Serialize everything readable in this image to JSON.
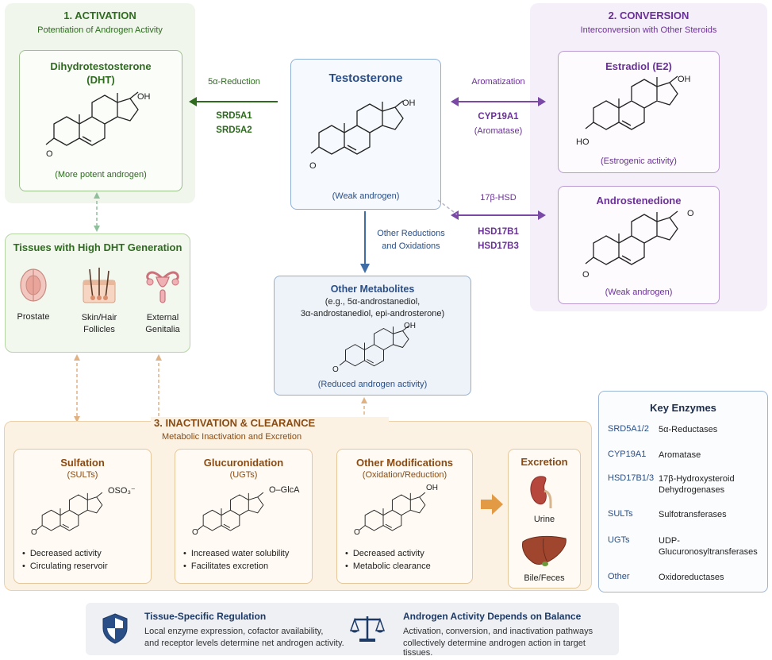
{
  "activation": {
    "heading": "1. ACTIVATION",
    "subheading": "Potentiation of Androgen Activity",
    "dht": {
      "name": "Dihydrotestosterone",
      "abbr": "(DHT)",
      "note": "(More potent androgen)",
      "oh": "OH",
      "o": "O"
    },
    "reduction": {
      "label": "5α-Reduction",
      "enzyme1": "SRD5A1",
      "enzyme2": "SRD5A2"
    },
    "tissues": {
      "heading": "Tissues with High DHT Generation",
      "items": [
        {
          "label": "Prostate",
          "icon": "prostate-icon"
        },
        {
          "label": "Skin/Hair\nFollicles",
          "icon": "hair-follicle-icon"
        },
        {
          "label": "External\nGenitalia",
          "icon": "genitalia-icon"
        }
      ]
    }
  },
  "testosterone": {
    "name": "Testosterone",
    "note": "(Weak androgen)",
    "oh": "OH",
    "o": "O"
  },
  "conversion": {
    "heading": "2. CONVERSION",
    "subheading": "Interconversion with Other Steroids",
    "aromatization": {
      "label": "Aromatization",
      "enzyme1": "CYP19A1",
      "enzyme2": "(Aromatase)"
    },
    "estradiol": {
      "name": "Estradiol (E2)",
      "note": "(Estrogenic activity)",
      "oh": "OH",
      "ho": "HO"
    },
    "hsd": {
      "label": "17β-HSD",
      "enzyme1": "HSD17B1",
      "enzyme2": "HSD17B3"
    },
    "androstenedione": {
      "name": "Androstenedione",
      "note": "(Weak androgen)",
      "o1": "O",
      "o2": "O"
    }
  },
  "other_reductions": {
    "line1": "Other Reductions",
    "line2": "and Oxidations"
  },
  "metabolites": {
    "name": "Other Metabolites",
    "detail1": "(e.g., 5α-androstanediol,",
    "detail2": "3α-androstanediol, epi-androsterone)",
    "note": "(Reduced androgen activity)",
    "oh": "OH",
    "o": "O"
  },
  "inactivation": {
    "heading": "3. INACTIVATION & CLEARANCE",
    "subheading": "Metabolic Inactivation and Excretion",
    "sulfation": {
      "name": "Sulfation",
      "sub": "(SULTs)",
      "group": "OSO₃⁻",
      "o": "O",
      "bullets": [
        "Decreased activity",
        "Circulating reservoir"
      ]
    },
    "glucuronidation": {
      "name": "Glucuronidation",
      "sub": "(UGTs)",
      "group": "O–GlcA",
      "o": "O",
      "bullets": [
        "Increased water solubility",
        "Facilitates excretion"
      ]
    },
    "modifications": {
      "name": "Other Modifications",
      "sub": "(Oxidation/Reduction)",
      "group": "OH",
      "o": "O",
      "bullets": [
        "Decreased activity",
        "Metabolic clearance"
      ]
    },
    "excretion": {
      "heading": "Excretion",
      "urine": "Urine",
      "bile": "Bile/Feces"
    }
  },
  "key_enzymes": {
    "heading": "Key Enzymes",
    "rows": [
      {
        "abbr": "SRD5A1/2",
        "def": "5α-Reductases"
      },
      {
        "abbr": "CYP19A1",
        "def": "Aromatase"
      },
      {
        "abbr": "HSD17B1/3",
        "def": "17β-Hydroxysteroid Dehydrogenases"
      },
      {
        "abbr": "SULTs",
        "def": "Sulfotransferases"
      },
      {
        "abbr": "UGTs",
        "def": "UDP-Glucuronosyltransferases"
      },
      {
        "abbr": "Other",
        "def": "Oxidoreductases"
      }
    ]
  },
  "footer": {
    "left_title": "Tissue-Specific Regulation",
    "left_line1": "Local enzyme expression, cofactor availability,",
    "left_line2": "and receptor levels determine net androgen activity.",
    "right_title": "Androgen Activity Depends on Balance",
    "right_line1": "Activation, conversion, and inactivation pathways",
    "right_line2": "collectively determine androgen action in target tissues."
  },
  "colors": {
    "green": "#2e6b1f",
    "purple": "#6a3196",
    "blue": "#2a4e86",
    "brown": "#8a4b13",
    "green_bg": "#eef5ea",
    "purple_bg": "#f3edf8",
    "orange_bg": "#fbf1e2",
    "blue_bg": "#eef3f9"
  }
}
